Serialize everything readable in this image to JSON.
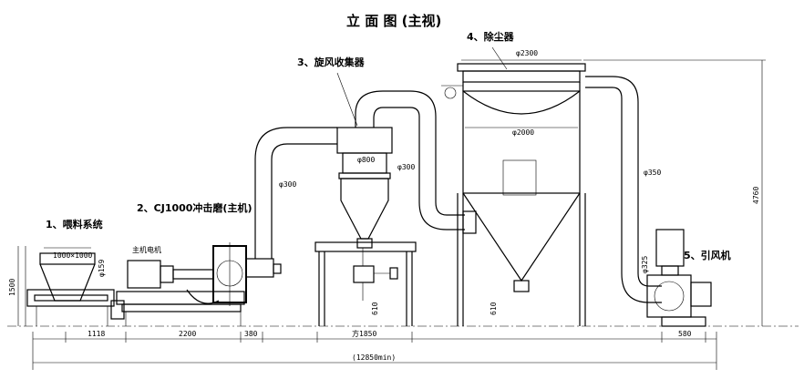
{
  "title": "立 面 图 (主视)",
  "labels": {
    "feeding_system": "1、喂料系统",
    "main_mill": "2、CJ1000冲击磨(主机)",
    "cyclone": "3、旋风收集器",
    "dust_collector": "4、除尘器",
    "fan": "5、引风机",
    "main_motor": "主机电机"
  },
  "dimensions": {
    "hopper": "1000×1000",
    "height_1500": "1500",
    "pipe_159": "φ159",
    "pipe_300_a": "φ300",
    "pipe_800": "φ800",
    "pipe_300_b": "φ300",
    "pipe_2300": "φ2300",
    "pipe_2000": "φ2000",
    "pipe_350": "φ350",
    "pipe_325": "φ325",
    "height_4760": "4760",
    "height_610_a": "610",
    "height_610_b": "610",
    "len_1118": "1118",
    "len_2200": "2200",
    "len_380": "380",
    "len_1850": "方1850",
    "len_580": "580",
    "total": "(12850min)"
  }
}
